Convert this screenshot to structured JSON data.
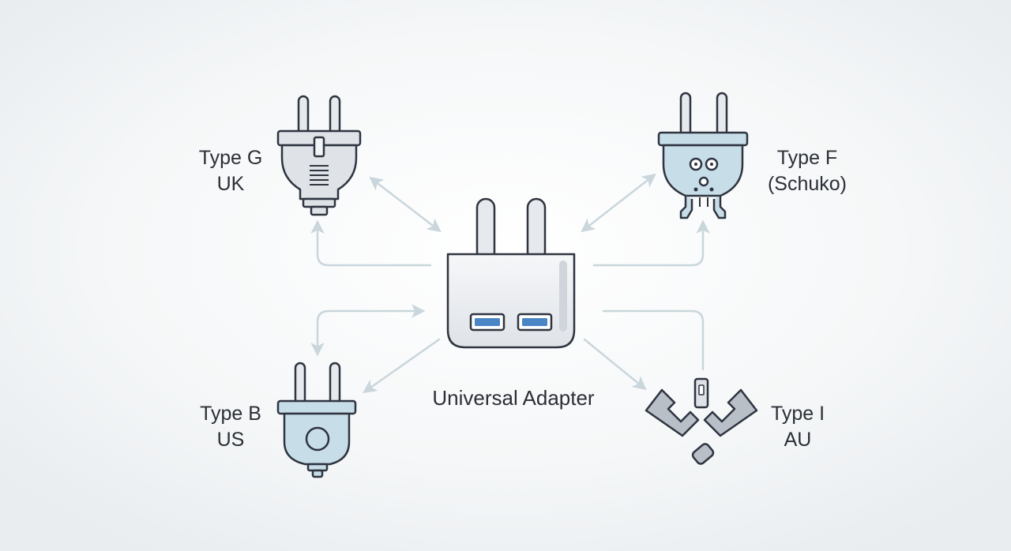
{
  "diagram": {
    "center": {
      "label": "Universal Adapter"
    },
    "plugs": [
      {
        "id": "type-g",
        "line1": "Type G",
        "line2": "UK"
      },
      {
        "id": "type-f",
        "line1": "Type F",
        "line2": "(Schuko)"
      },
      {
        "id": "type-b",
        "line1": "Type B",
        "line2": "US"
      },
      {
        "id": "type-i",
        "line1": "Type I",
        "line2": "AU"
      }
    ]
  },
  "colors": {
    "outline": "#2e3440",
    "connector": "#c9d6dc",
    "gray_plug": "#dfe3e8",
    "blue_plug": "#c7dde8",
    "usb_port": "#4a86c5"
  }
}
